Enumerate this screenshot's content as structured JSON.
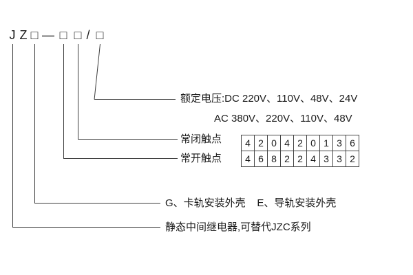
{
  "model_code": {
    "chars": [
      "J",
      "Z",
      "□",
      "—",
      "□",
      "□",
      "/",
      "□"
    ]
  },
  "labels": {
    "rated_voltage_dc": "额定电压:DC 220V、110V、48V、24V",
    "rated_voltage_ac": "AC 380V、220V、110V、48V",
    "nc_contacts": "常闭触点",
    "no_contacts": "常开触点",
    "shell_options": "G、卡轨安装外壳    E、导轨安装外壳",
    "series_desc": "静态中间继电器,可替代JZC系列"
  },
  "contact_table": {
    "nc_row": [
      "4",
      "2",
      "0",
      "4",
      "2",
      "0",
      "1",
      "3",
      "6"
    ],
    "no_row": [
      "4",
      "6",
      "8",
      "2",
      "2",
      "4",
      "3",
      "3",
      "2"
    ]
  },
  "colors": {
    "line": "#3a3a3a",
    "text": "#1a1a1a",
    "background": "#ffffff"
  }
}
